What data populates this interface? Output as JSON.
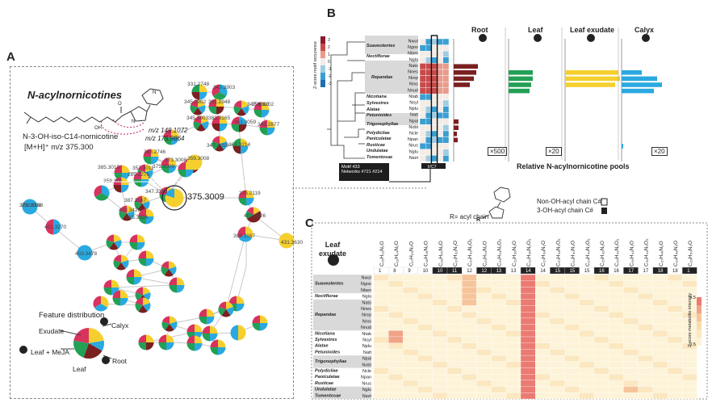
{
  "panels": {
    "a": "A",
    "b": "B",
    "c": "C"
  },
  "panel_a": {
    "title": "N-acylnornicotines",
    "compound_name": "N-3-OH-iso-C14-nornicotine",
    "ion": "[M+H]⁺ m/z 375.300",
    "frag_1": "m/z 149.1072",
    "frag_2": "m/z 175.9864",
    "highlight_label": "375.3009",
    "node_labels": [
      "331.2748",
      "343.2903",
      "345.2902",
      "331.2948",
      "347.3063",
      "359.3102",
      "345.2903",
      "383.3165",
      "361.3059",
      "345.2877",
      "347.3059",
      "361.3214",
      "363.2746",
      "375.3009",
      "373.3008",
      "359.3008",
      "357.3011",
      "385.3015",
      "289.2276",
      "359.306",
      "371.3008",
      "347.3213",
      "387.3167",
      "415.3324",
      "413.3429",
      "275.2119",
      "401.3526",
      "389.3167",
      "431.3630",
      "359.3168",
      "401.3270",
      "403.3478"
    ],
    "legend_title": "Feature distribution",
    "legend_labels": [
      "Exudate",
      "Calyx",
      "Leaf + MeJA",
      "Leaf",
      "Root"
    ]
  },
  "panel_b": {
    "colorbar_title": "Z-score motif occurence",
    "colorbar_ticks": [
      "3",
      "2",
      "1",
      "0",
      "-1",
      "-2",
      "-3"
    ],
    "clades": [
      "Suaveolentes",
      "Noctiflorae",
      "Repandae",
      "Nicotiana",
      "Sylvestres",
      "Alatae",
      "Petunioides",
      "Trigonophyllae",
      "Polydicliae",
      "Paniculatae",
      "Rusticae",
      "Undulatae",
      "Tomentosae"
    ],
    "species": [
      "Nwut",
      "Ngoo",
      "Nben",
      "Ngla",
      "Nato",
      "Nnes",
      "Nrep",
      "Nrxs",
      "Nnud",
      "Ntab",
      "Nsyl",
      "Nplu",
      "Natt",
      "Npal",
      "Nobt",
      "Ncle",
      "Npan",
      "Nrus",
      "Nglu",
      "Nset"
    ],
    "motif_box": [
      "Motif 433",
      "Networks #721 #214"
    ],
    "mc_label": "MC7",
    "bar_titles": [
      "Root",
      "Leaf",
      "Leaf exudate",
      "Calyx"
    ],
    "scales": [
      "×500",
      "×20",
      "×20"
    ],
    "xlabel": "Relative N-acylnornicotine pools"
  },
  "panel_c": {
    "r_label": "R= acyl chain",
    "r_atom": "R",
    "legend_non_oh": "Non-OH-acyl chain C#",
    "legend_oh": "3-OH-acyl chain C#",
    "tissue": "Leaf exudate",
    "formulas": [
      "C₁₅H₂₂N₂O",
      "C₁₆H₂₄N₂O",
      "C₁₇H₂₆N₂O",
      "C₁₈H₂₈N₂O",
      "C₁₉H₃₀N₂O",
      "C₂₀H₃₂N₂O",
      "C₂₀H₃₂N₂O₂",
      "C₂₁H₃₄N₂O",
      "C₂₁H₃₄N₂O₂",
      "C₂₂H₃₆N₂O",
      "C₂₂H₃₆N₂O₂",
      "C₂₃H₃₈N₂O",
      "C₂₃H₃₈N₂O₂",
      "C₂₄H₄₀N₂O",
      "C₂₄H₄₀N₂O₂",
      "C₂₅H₄₂N₂O",
      "C₂₅H₄₂N₂O₂",
      "C₂₆H₄₄N₂O",
      "C₂₆H₄₄N₂O₂",
      "C₂₇H₄₆N₂O",
      "C₂₈H₄₈N₂O",
      "C₂₉H₅₀N₂O",
      "C₃₀H₅₂N₂O"
    ],
    "chain_numbers": [
      "1",
      "8",
      "9",
      "10",
      "10",
      "11",
      "12",
      "12",
      "13",
      "13",
      "14",
      "14",
      "15",
      "15",
      "15",
      "16",
      "16",
      "17",
      "17",
      "18",
      "18"
    ],
    "colorbar_title": "Z-score metabolite intensity",
    "colorbar_max": "4.5",
    "colorbar_min": "-0.5"
  },
  "colors": {
    "exudate": "#f5cf2e",
    "calyx": "#2aa9e0",
    "root": "#7a2020",
    "leaf": "#22a055",
    "leaf_meja": "#d8325e"
  }
}
